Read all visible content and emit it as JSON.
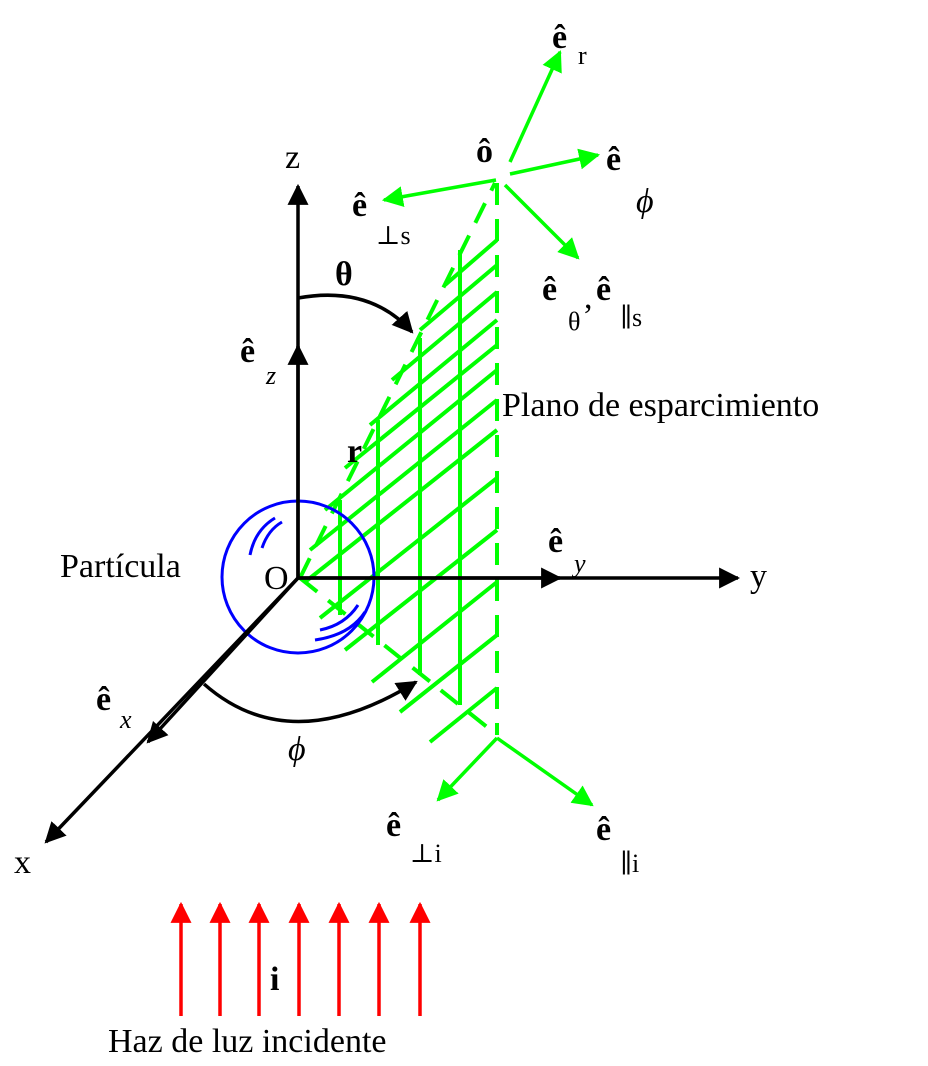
{
  "colors": {
    "axis": "#000000",
    "scatter": "#00ff00",
    "particle": "#0000ff",
    "incident": "#ff0000"
  },
  "labels": {
    "axis_z": "z",
    "axis_y": "y",
    "axis_x": "x",
    "origin": "O",
    "particle": "Partícula",
    "theta": "θ",
    "phi": "ϕ",
    "r_vec": "r",
    "o_hat": "ô",
    "e_hat": "ê",
    "sub_r": "r",
    "sub_phi": "ϕ",
    "sub_perp_s": "⊥s",
    "sub_theta_par_s_a": "θ",
    "sub_theta_par_s_b": "∥s",
    "sub_z": "z",
    "sub_y": "y",
    "sub_x": "x",
    "sub_perp_i": "⊥i",
    "sub_par_i": "∥i",
    "comma": ",",
    "scatter_plane": "Plano de esparcimiento",
    "i_vec": "i",
    "incident_beam": "Haz de luz incidente"
  },
  "icons": [
    "particle-circle-icon",
    "incident-arrows-icon",
    "hatched-plane-icon"
  ]
}
